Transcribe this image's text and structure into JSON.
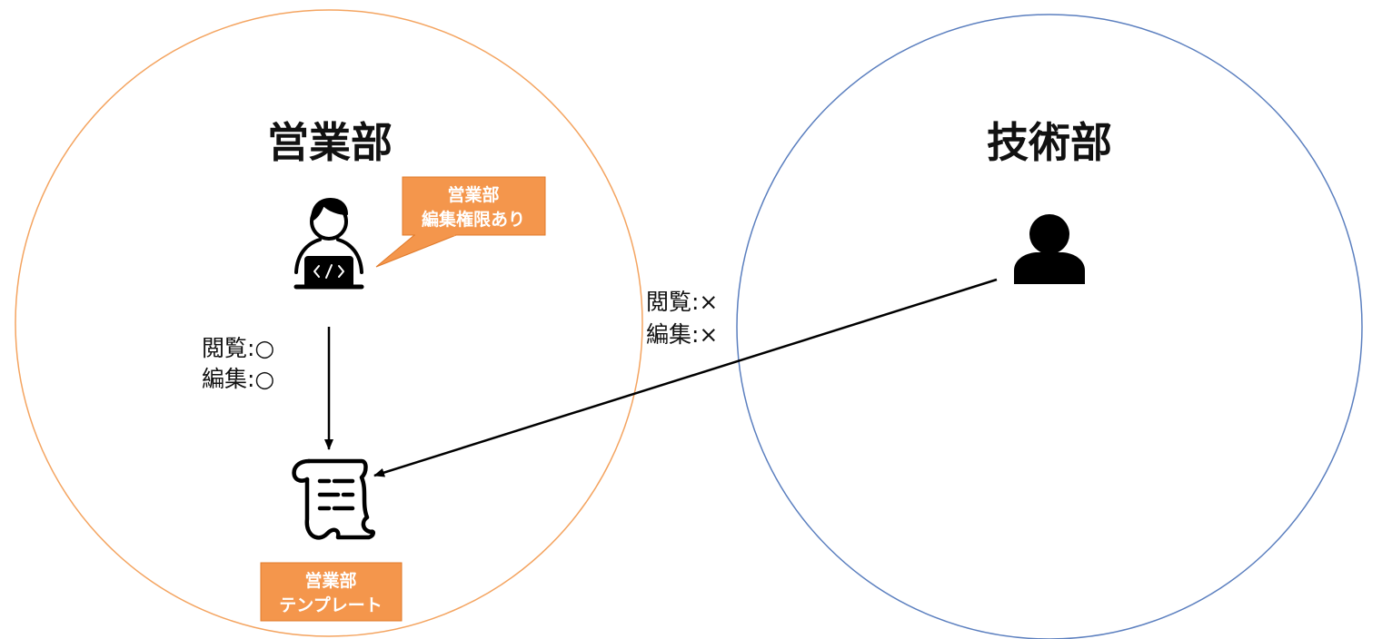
{
  "colors": {
    "sales_circle": "#f4a460",
    "tech_circle": "#5b7fbf",
    "box_fill": "#f4964c",
    "box_stroke": "#e07a2a",
    "line": "#000000",
    "text": "#111111"
  },
  "sales": {
    "title": "営業部",
    "callout": {
      "line1": "営業部",
      "line2": "編集権限あり"
    },
    "user_icon": "developer-laptop-icon",
    "permission": {
      "view": "閲覧:○",
      "edit": "編集:○"
    },
    "template_icon": "scroll-document-icon",
    "template_label": {
      "line1": "営業部",
      "line2": "テンプレート"
    }
  },
  "tech": {
    "title": "技術部",
    "user_icon": "person-icon",
    "permission": {
      "view": "閲覧:×",
      "edit": "編集:×"
    }
  }
}
